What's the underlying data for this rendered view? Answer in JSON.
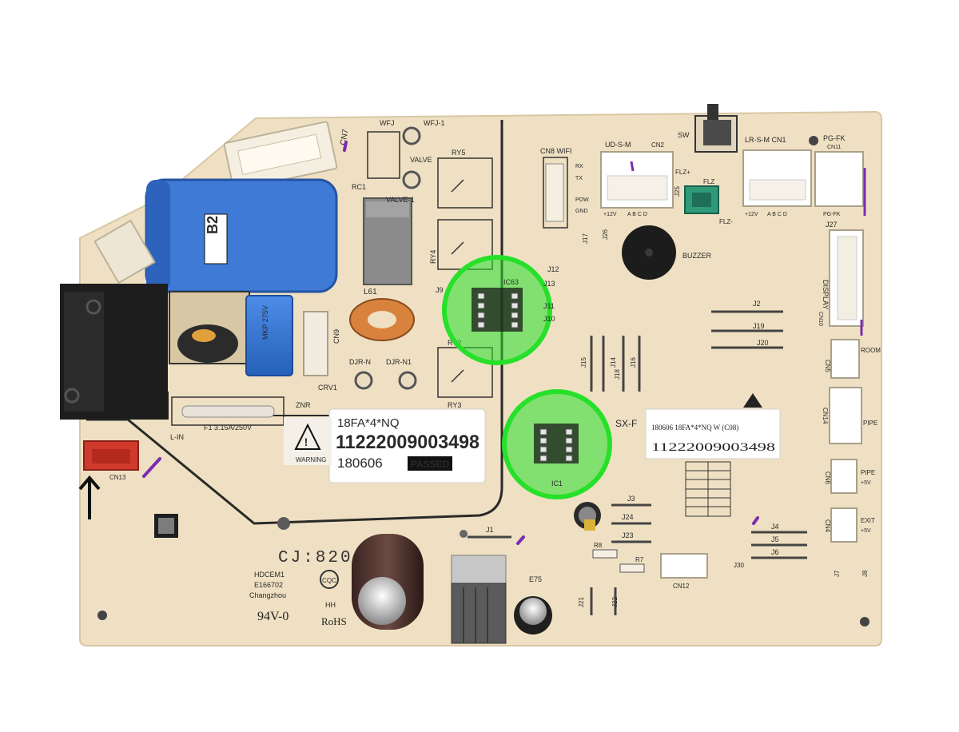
{
  "board": {
    "color": "#efe0c3",
    "trace_color": "#2a2a2a",
    "highlight_color": "#26e02a",
    "silkscreen": {
      "wfj": "WFJ",
      "wfj1": "WFJ-1",
      "valve": "VALVE",
      "valve1": "VALVE-1",
      "ry5": "RY5",
      "ry4": "RY4",
      "ry2": "RY2",
      "ry3": "RY3",
      "rc1": "RC1",
      "cn7": "CN7",
      "l61": "L61",
      "cn9": "CN9",
      "crv1": "CRV1",
      "djr_n": "DJR-N",
      "djr_n1": "DJR-N1",
      "znr": "ZNR",
      "fuse": "F1 3.15A/250V",
      "l_in": "L-IN",
      "cn13": "CN13",
      "cn8_wifi": "CN8 WIFI",
      "rx": "RX",
      "tx": "TX",
      "pow": "POW",
      "gnd": "GND",
      "j12": "J12",
      "j13": "J13",
      "j11": "J11",
      "j10": "J10",
      "j9": "J9",
      "j17": "J17",
      "j26": "J26",
      "ud_s_m": "UD-S-M",
      "cn2": "CN2",
      "flz_plus": "FLZ+",
      "flz": "FLZ",
      "flz_minus": "FLZ-",
      "j25": "J25",
      "sw": "SW",
      "lr_s_m": "LR-S-M CN1",
      "pg_fk": "PG-FK",
      "cn11": "CN11",
      "j27": "J27",
      "buzzer": "BUZZER",
      "display": "DISPLAY",
      "cn10": "CN10",
      "j2": "J2",
      "j19": "J19",
      "j20": "J20",
      "cn5": "CN5",
      "room": "ROOM",
      "j15": "J15",
      "j14": "J14",
      "j18": "J18",
      "j16": "J16",
      "sx_f": "SX-F",
      "cn14": "CN14",
      "pipe_side": "PIPE",
      "cn6": "CN6",
      "pipe": "PIPE",
      "v5": "+5V",
      "cn4": "CN4",
      "exit": "EXIT",
      "j3": "J3",
      "j24": "J24",
      "j23": "J23",
      "j4": "J4",
      "j5": "J5",
      "j6": "J6",
      "j1": "J1",
      "r8": "R8",
      "r7": "R7",
      "cn12": "CN12",
      "j30": "J30",
      "j7": "J7",
      "j8": "J8",
      "e75": "E75",
      "j21": "J21",
      "j22": "J22",
      "cj": "CJ:820",
      "ul": "HDCEM1",
      "e_num": "E166702",
      "changzhou": "Changzhou",
      "cqc": "CQC",
      "hh": "HH",
      "v0": "94V-0",
      "rohs": "RoHS",
      "b2": "B2",
      "plus12": "+12V",
      "abcd": "A B C D"
    },
    "label_main": {
      "line1": "18FA*4*NQ",
      "line2": "11222009003498",
      "line3": "180606",
      "passed": "PASSED",
      "warning": "WARNING"
    },
    "label_right": {
      "line1": "180606 18FA*4*NQ W (C08)",
      "line2": "11222009003498"
    },
    "chips": [
      {
        "name": "IC63",
        "highlighted": true
      },
      {
        "name": "IC1",
        "highlighted": true
      }
    ]
  }
}
